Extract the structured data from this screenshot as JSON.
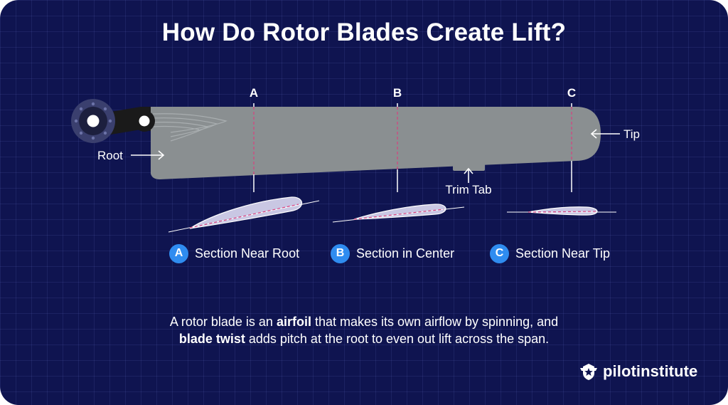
{
  "title": "How Do Rotor Blades Create Lift?",
  "sections": [
    {
      "letter": "A",
      "label": "Section Near Root"
    },
    {
      "letter": "B",
      "label": "Section in Center"
    },
    {
      "letter": "C",
      "label": "Section Near Tip"
    }
  ],
  "callouts": {
    "root": "Root",
    "tip": "Tip",
    "trim_tab": "Trim Tab"
  },
  "caption": {
    "line1_pre": "A rotor blade is an ",
    "line1_bold": "airfoil",
    "line1_post": " that makes its own airflow by spinning, and",
    "line2_bold": "blade twist",
    "line2_post": " adds pitch at the root to even out lift across the span."
  },
  "logo": {
    "text": "pilotinstitute",
    "icon": "winged-star-icon"
  },
  "colors": {
    "background": "#0f1450",
    "blade": "#8a8f91",
    "section_line": "#d8417f",
    "airfoil_fill": "#c9c7e3",
    "badge": "#2f8cf0"
  }
}
